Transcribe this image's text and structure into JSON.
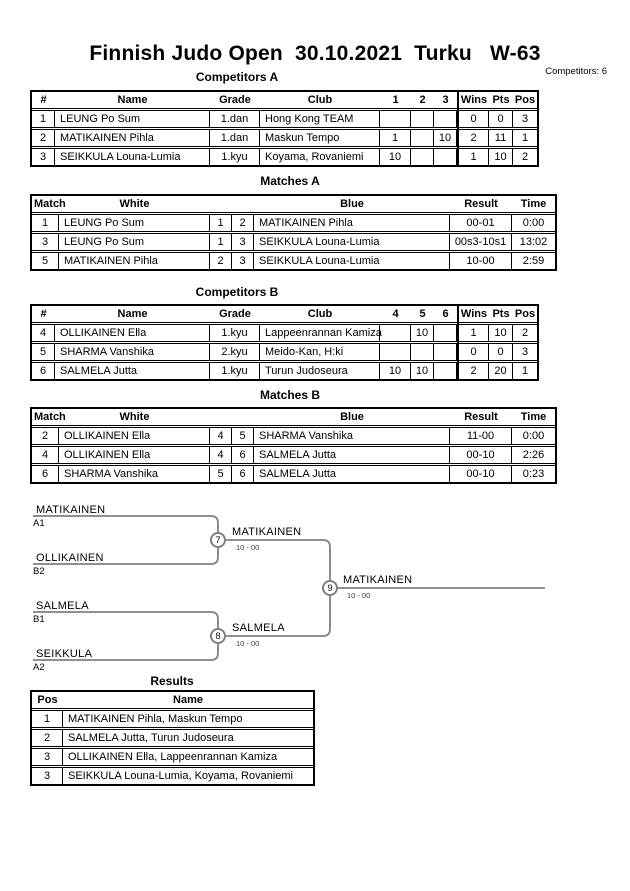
{
  "header": {
    "title": "Finnish Judo Open  30.10.2021  Turku   W-63",
    "competitors_count": "Competitors: 6"
  },
  "competitors_a": {
    "title": "Competitors A",
    "headers": {
      "num": "#",
      "name": "Name",
      "grade": "Grade",
      "club": "Club",
      "c1": "1",
      "c2": "2",
      "c3": "3",
      "wins": "Wins",
      "pts": "Pts",
      "pos": "Pos"
    },
    "rows": [
      {
        "num": "1",
        "name": "LEUNG Po Sum",
        "grade": "1.dan",
        "club": "Hong Kong TEAM",
        "c1": "",
        "c2": "",
        "c3": "",
        "wins": "0",
        "pts": "0",
        "pos": "3"
      },
      {
        "num": "2",
        "name": "MATIKAINEN Pihla",
        "grade": "1.dan",
        "club": "Maskun Tempo",
        "c1": "1",
        "c2": "",
        "c3": "10",
        "wins": "2",
        "pts": "11",
        "pos": "1"
      },
      {
        "num": "3",
        "name": "SEIKKULA Louna-Lumia",
        "grade": "1.kyu",
        "club": "Koyama, Rovaniemi",
        "c1": "10",
        "c2": "",
        "c3": "",
        "wins": "1",
        "pts": "10",
        "pos": "2"
      }
    ]
  },
  "matches_a": {
    "title": "Matches A",
    "headers": {
      "match": "Match",
      "white": "White",
      "blue": "Blue",
      "result": "Result",
      "time": "Time"
    },
    "rows": [
      {
        "match": "1",
        "white": "LEUNG Po Sum",
        "wnum": "1",
        "bnum": "2",
        "blue": "MATIKAINEN Pihla",
        "result": "00-01",
        "time": "0:00"
      },
      {
        "match": "3",
        "white": "LEUNG Po Sum",
        "wnum": "1",
        "bnum": "3",
        "blue": "SEIKKULA Louna-Lumia",
        "result": "00s3-10s1",
        "time": "13:02"
      },
      {
        "match": "5",
        "white": "MATIKAINEN Pihla",
        "wnum": "2",
        "bnum": "3",
        "blue": "SEIKKULA Louna-Lumia",
        "result": "10-00",
        "time": "2:59"
      }
    ]
  },
  "competitors_b": {
    "title": "Competitors B",
    "headers": {
      "num": "#",
      "name": "Name",
      "grade": "Grade",
      "club": "Club",
      "c1": "4",
      "c2": "5",
      "c3": "6",
      "wins": "Wins",
      "pts": "Pts",
      "pos": "Pos"
    },
    "rows": [
      {
        "num": "4",
        "name": "OLLIKAINEN Ella",
        "grade": "1.kyu",
        "club": "Lappeenrannan Kamiza",
        "c1": "",
        "c2": "10",
        "c3": "",
        "wins": "1",
        "pts": "10",
        "pos": "2"
      },
      {
        "num": "5",
        "name": "SHARMA Vanshika",
        "grade": "2.kyu",
        "club": "Meido-Kan, H:ki",
        "c1": "",
        "c2": "",
        "c3": "",
        "wins": "0",
        "pts": "0",
        "pos": "3"
      },
      {
        "num": "6",
        "name": "SALMELA Jutta",
        "grade": "1.kyu",
        "club": "Turun Judoseura",
        "c1": "10",
        "c2": "10",
        "c3": "",
        "wins": "2",
        "pts": "20",
        "pos": "1"
      }
    ]
  },
  "matches_b": {
    "title": "Matches B",
    "headers": {
      "match": "Match",
      "white": "White",
      "blue": "Blue",
      "result": "Result",
      "time": "Time"
    },
    "rows": [
      {
        "match": "2",
        "white": "OLLIKAINEN Ella",
        "wnum": "4",
        "bnum": "5",
        "blue": "SHARMA Vanshika",
        "result": "11-00",
        "time": "0:00"
      },
      {
        "match": "4",
        "white": "OLLIKAINEN Ella",
        "wnum": "4",
        "bnum": "6",
        "blue": "SALMELA Jutta",
        "result": "00-10",
        "time": "2:26"
      },
      {
        "match": "6",
        "white": "SHARMA Vanshika",
        "wnum": "5",
        "bnum": "6",
        "blue": "SALMELA Jutta",
        "result": "00-10",
        "time": "0:23"
      }
    ]
  },
  "bracket": {
    "slot1_name": "MATIKAINEN",
    "slot1_seed": "A1",
    "slot2_name": "OLLIKAINEN",
    "slot2_seed": "B2",
    "slot3_name": "SALMELA",
    "slot3_seed": "B1",
    "slot4_name": "SEIKKULA",
    "slot4_seed": "A2",
    "semi1_match_no": "7",
    "semi1_winner": "MATIKAINEN",
    "semi1_score": "10 - 00",
    "semi2_match_no": "8",
    "semi2_winner": "SALMELA",
    "semi2_score": "10 - 00",
    "final_match_no": "9",
    "final_winner": "MATIKAINEN",
    "final_score": "10 - 00"
  },
  "results": {
    "title": "Results",
    "headers": {
      "pos": "Pos",
      "name": "Name"
    },
    "rows": [
      {
        "pos": "1",
        "name": "MATIKAINEN Pihla, Maskun Tempo"
      },
      {
        "pos": "2",
        "name": "SALMELA Jutta, Turun Judoseura"
      },
      {
        "pos": "3",
        "name": "OLLIKAINEN Ella, Lappeenrannan Kamiza"
      },
      {
        "pos": "3",
        "name": "SEIKKULA Louna-Lumia, Koyama, Rovaniemi"
      }
    ]
  },
  "colors": {
    "bracket_line": "#808080",
    "text": "#000000",
    "background": "#ffffff"
  }
}
